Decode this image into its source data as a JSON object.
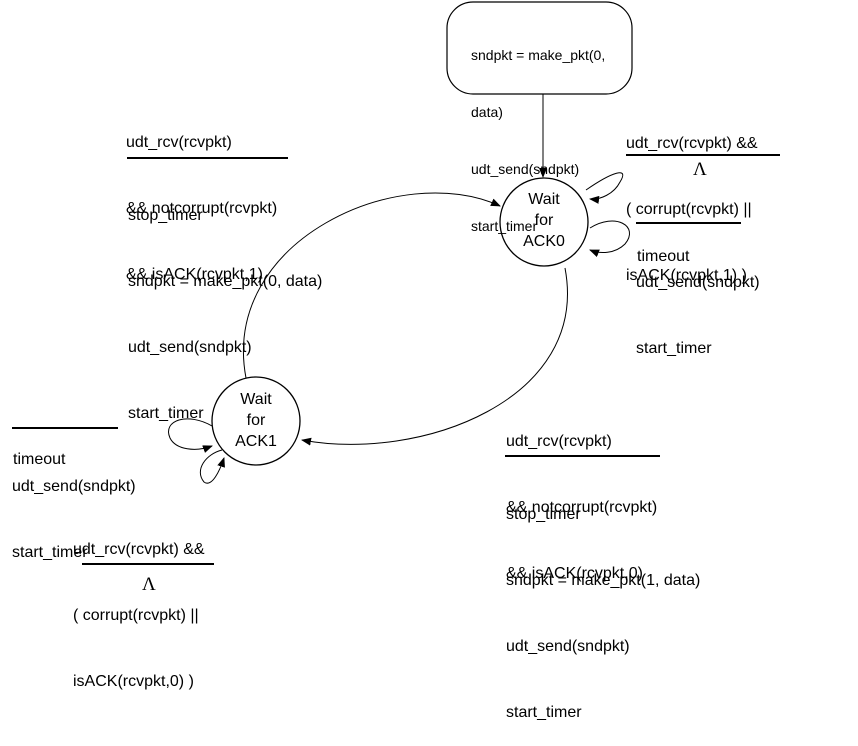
{
  "states": {
    "ack0": {
      "lines": [
        "Wait",
        "for",
        "ACK0"
      ]
    },
    "ack1": {
      "lines": [
        "Wait",
        "for",
        "ACK1"
      ]
    }
  },
  "initial": {
    "lines": [
      "sndpkt = make_pkt(0,",
      "data)",
      "udt_send(sndpkt)",
      "start_timer"
    ]
  },
  "ack0_self_rcv": {
    "event": [
      "udt_rcv(rcvpkt) &&",
      "( corrupt(rcvpkt) ||",
      "isACK(rcvpkt,1) )"
    ],
    "action": "Λ"
  },
  "ack0_timeout": {
    "event": [
      "timeout"
    ],
    "action": [
      "udt_send(sndpkt)",
      "start_timer"
    ]
  },
  "ack1_to_ack0": {
    "event": [
      "udt_rcv(rcvpkt)",
      "&& notcorrupt(rcvpkt)",
      "&& isACK(rcvpkt,1)"
    ],
    "action": [
      "stop_timer",
      "sndpkt = make_pkt(0, data)",
      "udt_send(sndpkt)",
      "start_timer"
    ]
  },
  "ack0_to_ack1": {
    "event": [
      "udt_rcv(rcvpkt)",
      "&& notcorrupt(rcvpkt)",
      "&& isACK(rcvpkt,0)"
    ],
    "action": [
      "stop_timer",
      "sndpkt = make_pkt(1, data)",
      "udt_send(sndpkt)",
      "start_timer"
    ]
  },
  "ack1_timeout": {
    "event": [
      "timeout"
    ],
    "action": [
      "udt_send(sndpkt)",
      "start_timer"
    ]
  },
  "ack1_self_rcv": {
    "event": [
      "udt_rcv(rcvpkt) &&",
      "( corrupt(rcvpkt) ||",
      "isACK(rcvpkt,0) )"
    ],
    "action": "Λ"
  }
}
